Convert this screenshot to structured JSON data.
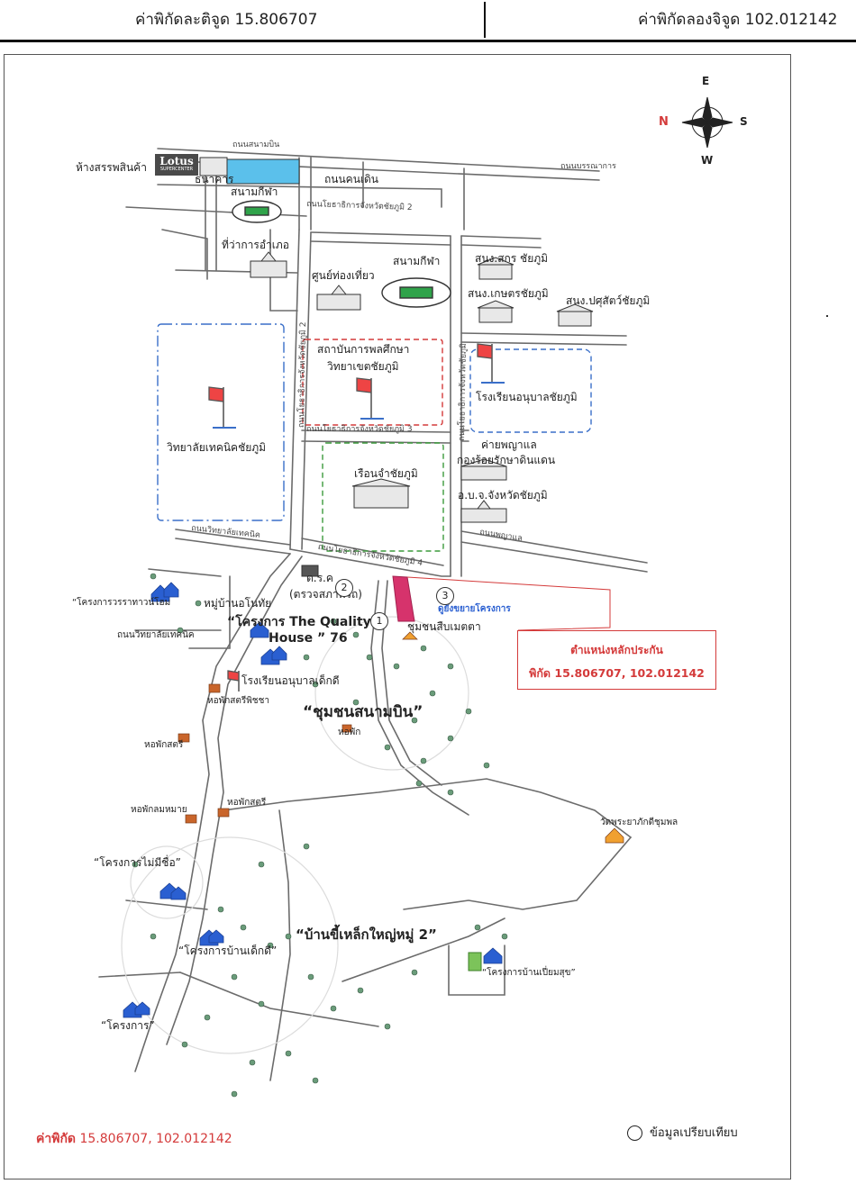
{
  "header": {
    "latitude": "ค่าพิกัดละติจูด 15.806707",
    "longitude": "ค่าพิกัดลองจิจูด 102.012142"
  },
  "compass": {
    "n": "N",
    "e": "E",
    "s": "S",
    "w": "W"
  },
  "places": {
    "mall": "ห้างสรรพสินค้า",
    "lotus": "Lotus",
    "lotus_sub": "SUPERCENTER",
    "bank": "ธนาคาร",
    "stadium_small": "สนามกีฬา",
    "district_office": "ที่ว่าการอำเภอ",
    "tourism_center": "ศูนย์ท่องเที่ยว",
    "stadium_main": "สนามกีฬา",
    "cooperative_office": "สนง.สกร ชัยภูมิ",
    "agriculture_office": "สนง.เกษตรชัยภูมิ",
    "livestock_office": "สนง.ปศุสัตว์ชัยภูมิ",
    "pe_institute_1": "สถาบันการพลศึกษา",
    "pe_institute_2": "วิทยาเขตชัยภูมิ",
    "kindergarten": "โรงเรียนอนุบาลชัยภูมิ",
    "tech_college": "วิทยาลัยเทคนิคชัยภูมิ",
    "camp_1": "ค่ายพญาแล",
    "camp_2": "กองร้อยรักษาดินแดน",
    "prison": "เรือนจำชัยภูมิ",
    "pao": "อ.บ.จ.จังหวัดชัยภูมิ",
    "police": "ต.ร.ค",
    "inspection": "(ตรวจสภาพรถ)",
    "project_wara": "“โครงการวรราทาวน์โฮม",
    "village_onothai": "หมู่บ้านอโนทัย",
    "quality_house_1": "“โครงการ The Quality",
    "quality_house_2": "House ” 76",
    "tech_road": "ถนนวิทยาลัยเทคนิค",
    "kindergarten_kd": "โรงเรียนอนุบาลเด็กดี",
    "dorm_phichaya": "หอพักสตรีพิชชา",
    "community_1": "“ชุมชนสนามบิน”",
    "dorm": "หอพัก",
    "dorm_female": "หอพักสตรี",
    "dorm_lomhai": "หอพักลมหมาย",
    "dorm_female2": "หอพักสตรี",
    "temple": "วัดพระยาภักดีชุมพล",
    "project_unnamed": "“โครงการไม่มีชื่อ”",
    "project_dekdee": "“โครงการบ้านเด็กดี”",
    "community_2": "“บ้านขี้เหล็กใหญ่หมู่ 2”",
    "project_piamsuk": "“โครงการบ้านเปี่ยมสุข”",
    "project_plain": "“โครงการ”",
    "community_metta": "ชุมชนสืบเมตตา",
    "expansion_area": "ดูยังขยายโครงการ"
  },
  "roads": {
    "airport_road": "ถนนสนามบิน",
    "bannakarn_road": "ถนนบรรณาการ",
    "walking_road": "ถนนคนเดิน",
    "govt_road_2": "ถนนโยธาธิการจังหวัดชัยภูมิ 2",
    "govt_road_v1": "ถนนโยธาธิการจังหวัดชัยภูมิ 2",
    "govt_road_v2": "ถนนโยธาธิการจังหวัดชัยภูมิ",
    "govt_road_3": "ถนนโยธาธิการจังหวัดชัยภูมิ 3",
    "tech_road_top": "ถนนวิทยาลัยเทคนิค",
    "govt_road_4": "ถนนโยธาธิการจังหวัดชัยภูมิ 4",
    "phaya_lae_road": "ถนนพญาแล"
  },
  "markers": {
    "m1": "1",
    "m2": "2",
    "m3": "3"
  },
  "callout": {
    "title": "ตำแหน่งหลักประกัน",
    "coord": "พิกัด 15.806707, 102.012142"
  },
  "footer": {
    "coord_label": "ค่าพิกัด",
    "coord_value": "15.806707, 102.012142",
    "legend": "ข้อมูลเปรียบเทียบ"
  },
  "colors": {
    "property": "#d6336c",
    "callout": "#d43a3a",
    "zone_blue": "#3a6fc9",
    "zone_red": "#d43a3a",
    "zone_green": "#3c9a3c",
    "lake": "#5bc0eb",
    "house_blue": "#2a5fd1"
  }
}
